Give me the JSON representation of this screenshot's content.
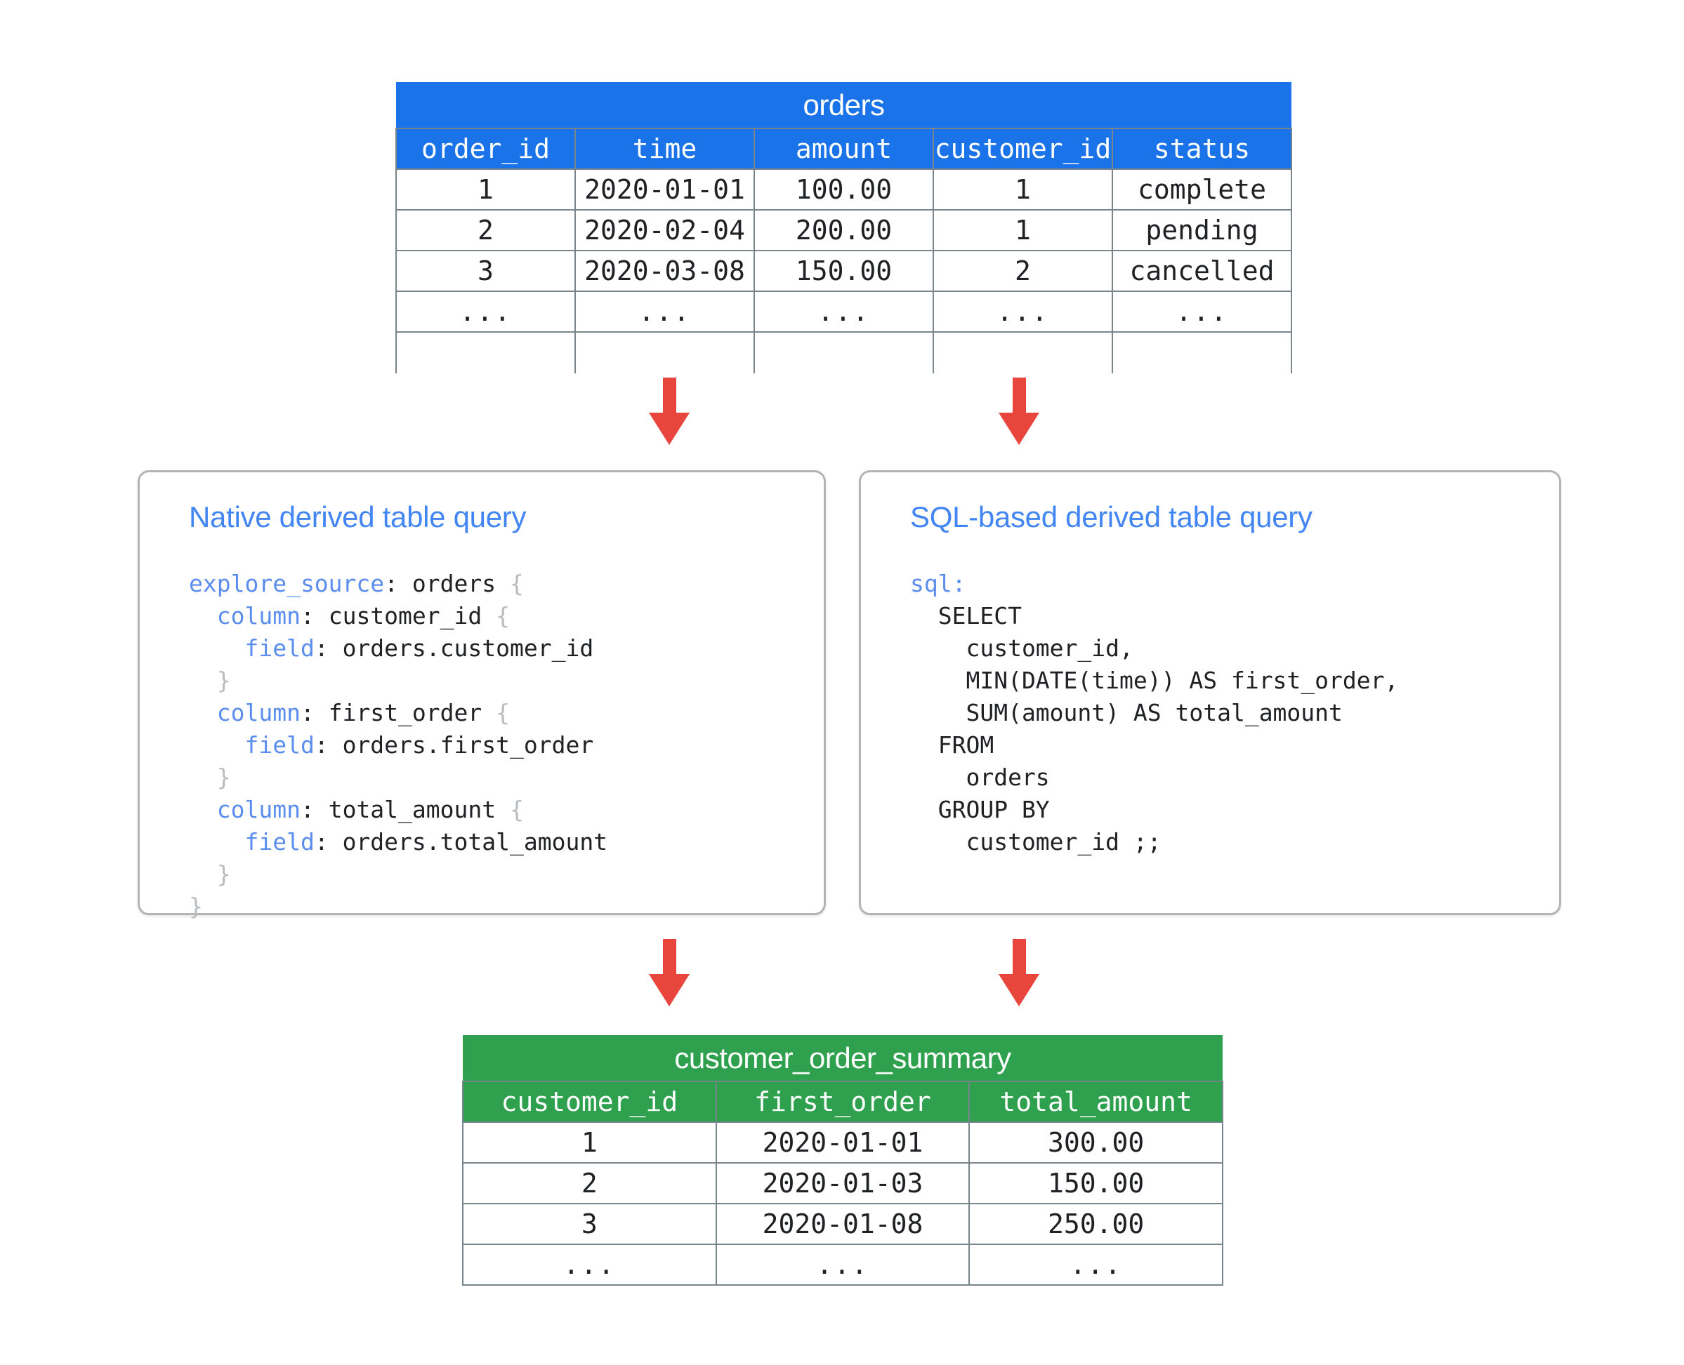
{
  "colors": {
    "orders_header": "#1a73e8",
    "summary_header": "#2fa14e",
    "arrow": "#e8453c",
    "panel_title": "#4285f4",
    "code_keyword": "#5b8dee",
    "panel_border": "#b4b4b4",
    "table_border": "#78858b"
  },
  "source_table": {
    "title": "orders",
    "columns": [
      "order_id",
      "time",
      "amount",
      "customer_id",
      "status"
    ],
    "rows": [
      [
        "1",
        "2020-01-01",
        "100.00",
        "1",
        "complete"
      ],
      [
        "2",
        "2020-02-04",
        "200.00",
        "1",
        "pending"
      ],
      [
        "3",
        "2020-03-08",
        "150.00",
        "2",
        "cancelled"
      ],
      [
        "...",
        "...",
        "...",
        "...",
        "..."
      ]
    ]
  },
  "result_table": {
    "title": "customer_order_summary",
    "columns": [
      "customer_id",
      "first_order",
      "total_amount"
    ],
    "rows": [
      [
        "1",
        "2020-01-01",
        "300.00"
      ],
      [
        "2",
        "2020-01-03",
        "150.00"
      ],
      [
        "3",
        "2020-01-08",
        "250.00"
      ],
      [
        "...",
        "...",
        "..."
      ]
    ]
  },
  "panels": [
    {
      "id": "native",
      "title": "Native derived table query",
      "code_lines": [
        [
          {
            "t": "explore_source",
            "c": "kw"
          },
          {
            "t": ": orders ",
            "c": ""
          },
          {
            "t": "{",
            "c": "brace"
          }
        ],
        [
          {
            "t": "  ",
            "c": ""
          },
          {
            "t": "column",
            "c": "kw"
          },
          {
            "t": ": customer_id ",
            "c": ""
          },
          {
            "t": "{",
            "c": "brace"
          }
        ],
        [
          {
            "t": "    ",
            "c": ""
          },
          {
            "t": "field",
            "c": "kw"
          },
          {
            "t": ": orders.customer_id",
            "c": ""
          }
        ],
        [
          {
            "t": "  ",
            "c": ""
          },
          {
            "t": "}",
            "c": "brace"
          }
        ],
        [
          {
            "t": "  ",
            "c": ""
          },
          {
            "t": "column",
            "c": "kw"
          },
          {
            "t": ": first_order ",
            "c": ""
          },
          {
            "t": "{",
            "c": "brace"
          }
        ],
        [
          {
            "t": "    ",
            "c": ""
          },
          {
            "t": "field",
            "c": "kw"
          },
          {
            "t": ": orders.first_order",
            "c": ""
          }
        ],
        [
          {
            "t": "  ",
            "c": ""
          },
          {
            "t": "}",
            "c": "brace"
          }
        ],
        [
          {
            "t": "  ",
            "c": ""
          },
          {
            "t": "column",
            "c": "kw"
          },
          {
            "t": ": total_amount ",
            "c": ""
          },
          {
            "t": "{",
            "c": "brace"
          }
        ],
        [
          {
            "t": "    ",
            "c": ""
          },
          {
            "t": "field",
            "c": "kw"
          },
          {
            "t": ": orders.total_amount",
            "c": ""
          }
        ],
        [
          {
            "t": "  ",
            "c": ""
          },
          {
            "t": "}",
            "c": "brace"
          }
        ],
        [
          {
            "t": "}",
            "c": "brace"
          }
        ]
      ]
    },
    {
      "id": "sql",
      "title": "SQL-based derived table query",
      "code_lines": [
        [
          {
            "t": "sql",
            "c": "kw"
          },
          {
            "t": ":",
            "c": "kw"
          }
        ],
        [
          {
            "t": "  SELECT",
            "c": ""
          }
        ],
        [
          {
            "t": "    customer_id,",
            "c": ""
          }
        ],
        [
          {
            "t": "    MIN(DATE(time)) AS first_order,",
            "c": ""
          }
        ],
        [
          {
            "t": "    SUM(amount) AS total_amount",
            "c": ""
          }
        ],
        [
          {
            "t": "  FROM",
            "c": ""
          }
        ],
        [
          {
            "t": "    orders",
            "c": ""
          }
        ],
        [
          {
            "t": "  GROUP BY",
            "c": ""
          }
        ],
        [
          {
            "t": "    customer_id ;;",
            "c": ""
          }
        ]
      ]
    }
  ],
  "arrows": [
    {
      "name": "orders-to-native",
      "direction": "down"
    },
    {
      "name": "orders-to-sql",
      "direction": "down"
    },
    {
      "name": "native-to-summary",
      "direction": "down"
    },
    {
      "name": "sql-to-summary",
      "direction": "down"
    }
  ]
}
